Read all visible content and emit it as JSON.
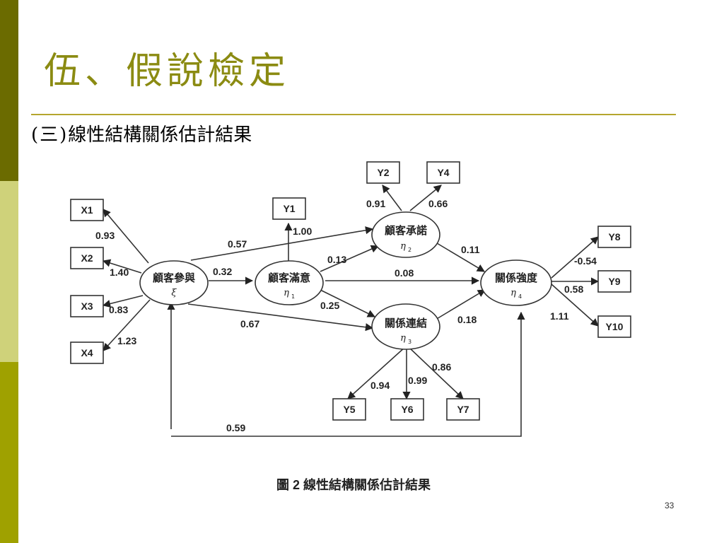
{
  "slide": {
    "title": "伍、假說檢定",
    "subtitle_prefix": "(三)",
    "subtitle": "線性結構關係估計結果",
    "page_number": "33"
  },
  "figure": {
    "caption": "圖 2 線性結構關係估計結果",
    "latents": {
      "xi": {
        "name": "顧客參與",
        "symbol": "ξ"
      },
      "eta1": {
        "name": "顧客滿意",
        "symbol": "η",
        "sub": "1"
      },
      "eta2": {
        "name": "顧客承諾",
        "symbol": "η",
        "sub": "2"
      },
      "eta3": {
        "name": "關係連結",
        "symbol": "η",
        "sub": "3"
      },
      "eta4": {
        "name": "關係強度",
        "symbol": "η",
        "sub": "4"
      }
    },
    "indicators": [
      "X1",
      "X2",
      "X3",
      "X4",
      "Y1",
      "Y2",
      "Y4",
      "Y5",
      "Y6",
      "Y7",
      "Y8",
      "Y9",
      "Y10"
    ],
    "loadings": {
      "X1": "0.93",
      "X2": "1.40",
      "X3": "0.83",
      "X4": "1.23",
      "Y1": "1.00",
      "Y2": "0.91",
      "Y4": "0.66",
      "Y5": "0.94",
      "Y6": "0.99",
      "Y7": "0.86",
      "Y8": "-0.54",
      "Y9": "0.58",
      "Y10": "1.11"
    },
    "paths": {
      "xi_eta1": "0.32",
      "xi_eta2": "0.57",
      "xi_eta3": "0.67",
      "xi_eta4": "0.59",
      "eta1_eta2": "0.13",
      "eta1_eta3": "0.25",
      "eta1_eta4": "0.08",
      "eta2_eta4": "0.11",
      "eta3_eta4": "0.18"
    }
  }
}
